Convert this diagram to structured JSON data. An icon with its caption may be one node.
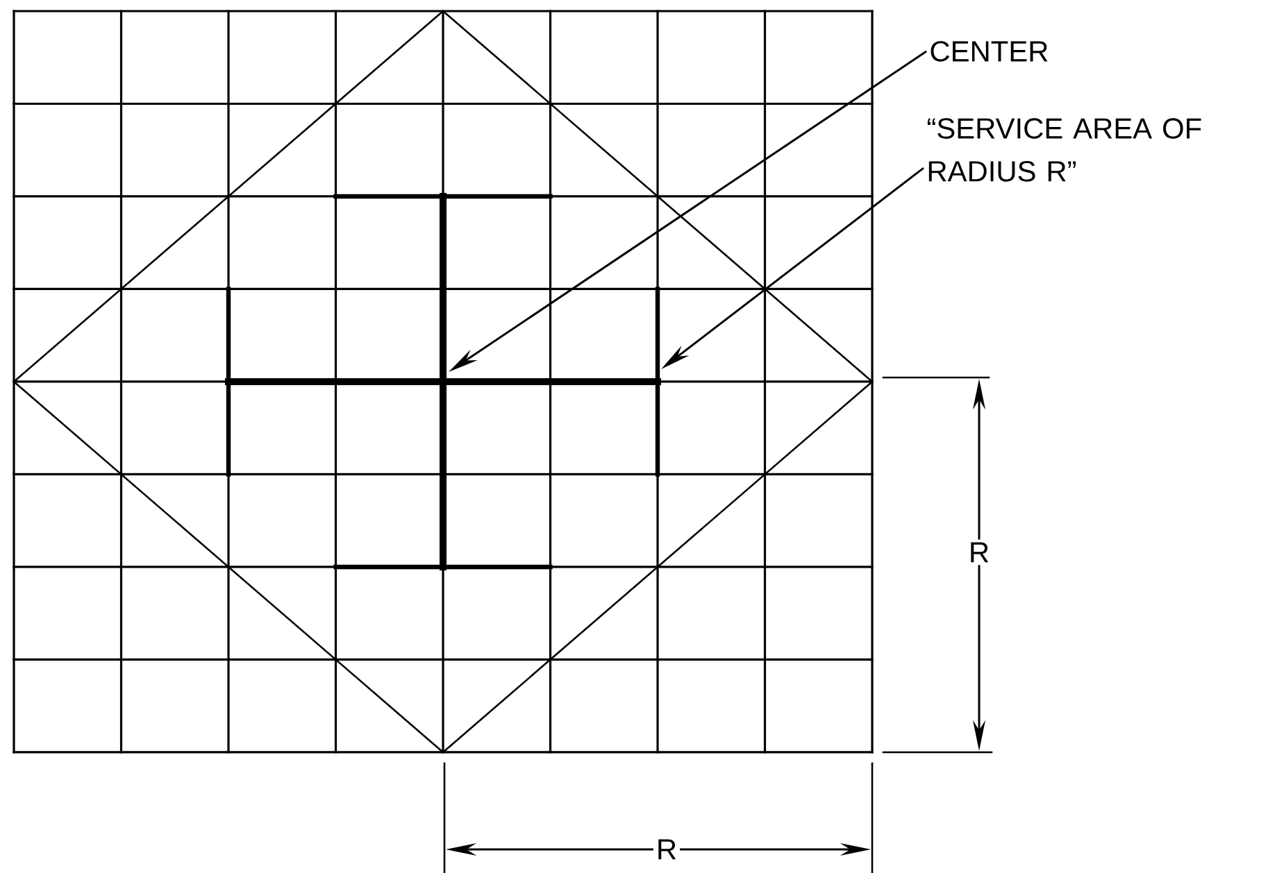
{
  "diagram": {
    "nodes": [
      {
        "text": [
          "CENTER"
        ]
      },
      {
        "text": [
          "“SERVICE AREA OF RADIUS R”"
        ]
      }
    ],
    "edges": [
      {
        "from": 0,
        "to": null,
        "arrow": "to"
      },
      {
        "from": 1,
        "to": null,
        "arrow": "to"
      }
    ],
    "labels": [
      "R",
      "R"
    ]
  }
}
